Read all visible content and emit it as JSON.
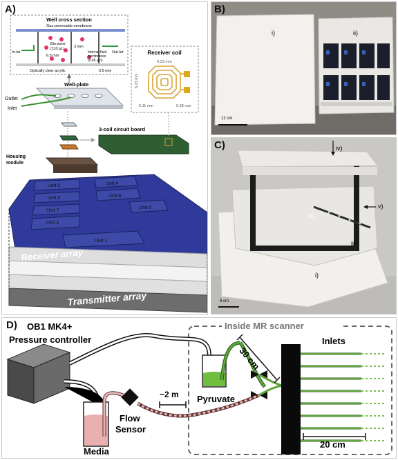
{
  "panel_a": {
    "label": "A)",
    "well_cross_section": {
      "title": "Well cross section",
      "membrane": "Gas-permeable membrane",
      "inlet": "In-let",
      "outlet": "Out-let",
      "biozone_1": "Bio-zone",
      "biozone_2": "(110 μL)",
      "height": "3 mm",
      "width": "6.5 mm",
      "internal_1": "Internal fluid",
      "internal_2": "membranes",
      "internal_3": "(0.45 μm)",
      "acrylic": "Optically clear acrylic",
      "thickness": "0.5 mm"
    },
    "receiver_coil": {
      "title": "Receiver coil",
      "dim_top": "6.23 mm",
      "dim_left": "6.23 mm",
      "dim_bottom_left": "0.11 mm",
      "dim_bottom_right": "0.28 mm"
    },
    "outlet": "Outlet",
    "inlet": "Inlet",
    "well_plate": "Well-plate",
    "circuit_board": "3-coil circuit board",
    "housing_1": "Housing",
    "housing_2": "module",
    "units": [
      "Unit 5",
      "Unit 4",
      "Unit 3",
      "Unit 2",
      "Unit 1",
      "Unit 8",
      "Unit 7",
      "Unit 6"
    ],
    "receiver_array": "Receiver array",
    "transmitter_array": "Transmitter array"
  },
  "panel_b": {
    "label": "B)",
    "label_i": "i)",
    "label_ii": "ii)",
    "scale": "12 cm"
  },
  "panel_c": {
    "label": "C)",
    "label_iv": "iv)",
    "label_iii": "iii)",
    "label_v": "v)",
    "label_ii": "ii)",
    "label_i": "i)",
    "scale": "8 cm"
  },
  "panel_d": {
    "label": "D)",
    "controller_1": "OB1 MK4+",
    "controller_2": "Pressure controller",
    "inside": "Inside MR scanner",
    "len_30": "30 cm",
    "inlets": "Inlets",
    "len_2": "~2 m",
    "flow_1": "Flow",
    "flow_2": "Sensor",
    "pyruvate": "Pyruvate",
    "media": "Media",
    "len_20": "20 cm"
  },
  "colors": {
    "receiver": "#2f3a9a",
    "green": "#3c8f2e",
    "pink": "#e8a5a5",
    "coil": "#d7a436"
  }
}
